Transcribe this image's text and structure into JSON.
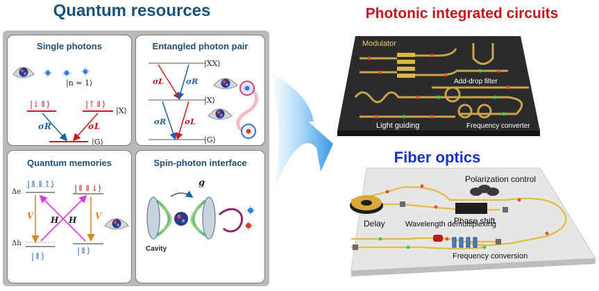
{
  "headings": {
    "quantum_resources": "Quantum resources",
    "photonic_integrated_circuits": "Photonic integrated circuits",
    "fiber_optics": "Fiber optics"
  },
  "single_photons": {
    "title": "Single photons",
    "state_n1": "|n = 1⟩",
    "level_down_up": "|↓⇑⟩",
    "level_up_down": "|↑⇓⟩",
    "level_x": "|X⟩",
    "level_g": "|G⟩",
    "sigma_r": "σR",
    "sigma_l": "σL"
  },
  "entangled_pair": {
    "title": "Entangled photon pair",
    "level_xx": "|XX⟩",
    "level_x": "|X⟩",
    "level_g": "|G⟩",
    "sigma_l": "σL",
    "sigma_r": "σR"
  },
  "quantum_memories": {
    "title": "Quantum memories",
    "level_top_left": "|⇑⇓↑⟩",
    "level_top_right": "|⇑⇓↓⟩",
    "level_bottom_left": "|⇑⟩",
    "level_bottom_right": "|⇓⟩",
    "delta_e": "Δe",
    "delta_h": "Δh",
    "v_left": "V",
    "v_right": "V",
    "h_left": "H",
    "h_right": "H"
  },
  "spin_photon": {
    "title": "Spin-photon interface",
    "coupling": "g",
    "cavity": "Cavity"
  },
  "pic_labels": {
    "modulator": "Modulator",
    "add_drop_filter": "Add-drop filter",
    "light_guiding": "Light guiding",
    "frequency_converter": "Frequency converter"
  },
  "fiber_labels": {
    "polarization_control": "Polarization control",
    "phase_shift": "Phase shift",
    "delay": "Delay",
    "wavelength_demultiplexing": "Wavelength demultiplexing",
    "frequency_conversion": "Frequency conversion"
  },
  "colors": {
    "heading_blue": "#17547c",
    "heading_red": "#c8121c",
    "heading_fiber": "#1a2fd0",
    "level_red": "#d0191e",
    "level_blue": "#1f5fa8",
    "magenta": "#d63ad8",
    "orange": "#d88a1d",
    "chip_dark": "#2b2b2b",
    "waveguide_gold": "#c9a64a",
    "arrow_blue": "#4aa6ee"
  }
}
